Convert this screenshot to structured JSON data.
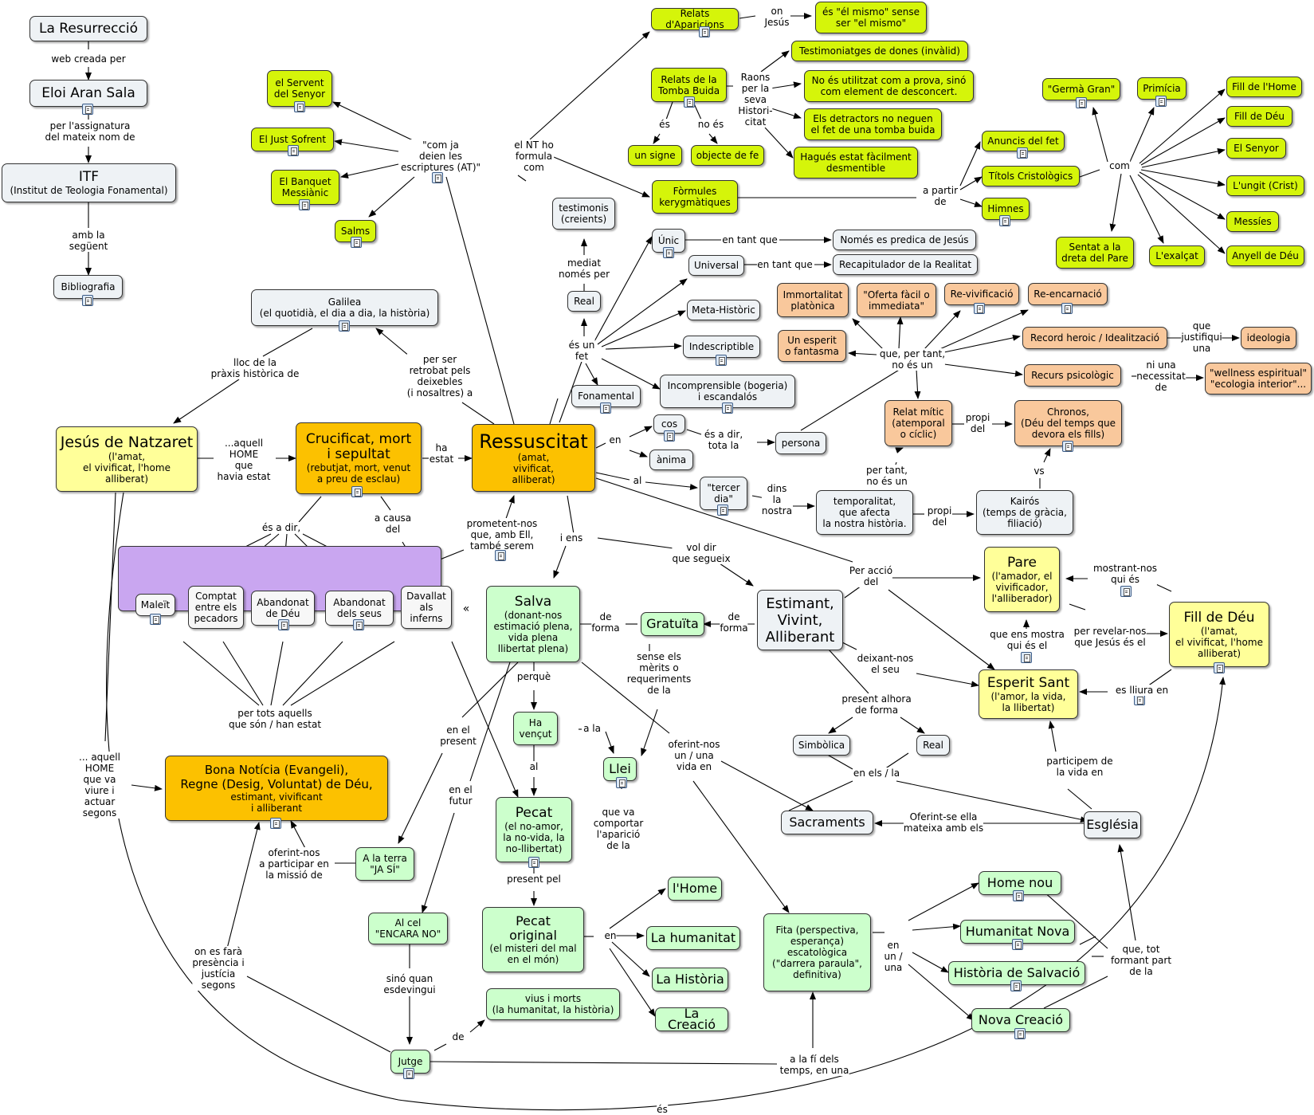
{
  "nodes": [
    {
      "id": "resurreccio",
      "text": "La Resurrecció"
    },
    {
      "id": "eloi",
      "text": "Eloi Aran Sala"
    },
    {
      "id": "itf",
      "text": "ITF",
      "sub": "(Institut de Teologia Fonamental)"
    },
    {
      "id": "bibliografia",
      "text": "Bibliografia"
    },
    {
      "id": "servent",
      "text": "el Servent\ndel Senyor"
    },
    {
      "id": "just",
      "text": "El Just Sofrent"
    },
    {
      "id": "banquet",
      "text": "El Banquet\nMessiànic"
    },
    {
      "id": "salms",
      "text": "Salms"
    },
    {
      "id": "galilea",
      "text": "Galilea\n(el quotidià, el dia a dia, la història)"
    },
    {
      "id": "jesus",
      "text": "Jesús de Natzaret",
      "sub": "(l'amat,\nel vivificat, l'home\nalliberat)"
    },
    {
      "id": "crucificat",
      "text": "Crucificat, mort\ni sepultat",
      "sub": "(rebutjat, mort, venut\na preu de esclau)"
    },
    {
      "id": "ressuscitat",
      "text": "Ressuscitat",
      "sub": "(amat,\nvivificat,\nalliberat)"
    },
    {
      "id": "relats_aparicions",
      "text": "Relats d'Aparicions"
    },
    {
      "id": "el_mismo",
      "text": "és \"él mismo\" sense\nser \"el mismo\""
    },
    {
      "id": "relats_tomba",
      "text": "Relats de la\nTomba Buida"
    },
    {
      "id": "testimoniatges",
      "text": "Testimoniatges de dones (invàlid)"
    },
    {
      "id": "no_utilitzat",
      "text": "No és utilitzat com a prova, sinó\ncom element de desconcert."
    },
    {
      "id": "detractors",
      "text": "Els detractors no neguen\nel fet de una tomba buida"
    },
    {
      "id": "hagues",
      "text": "Hagués estat fàcilment\ndesmentible"
    },
    {
      "id": "un_signe",
      "text": "un signe"
    },
    {
      "id": "objecte_fe",
      "text": "objecte de fe"
    },
    {
      "id": "formules",
      "text": "Fòrmules\nkerygmàtiques"
    },
    {
      "id": "testimonis",
      "text": "testimonis\n(creients)"
    },
    {
      "id": "anuncis",
      "text": "Anuncis del fet"
    },
    {
      "id": "titols",
      "text": "Títols Cristològics"
    },
    {
      "id": "himnes",
      "text": "Himnes"
    },
    {
      "id": "germa",
      "text": "\"Germà Gran\""
    },
    {
      "id": "primicia",
      "text": "Primícia"
    },
    {
      "id": "fill_home",
      "text": "Fill de l'Home"
    },
    {
      "id": "fill_deu_t",
      "text": "Fill de Déu"
    },
    {
      "id": "senyor",
      "text": "El Senyor"
    },
    {
      "id": "ungit",
      "text": "L'ungit (Crist)"
    },
    {
      "id": "messies",
      "text": "Messíes"
    },
    {
      "id": "anyell",
      "text": "Anyell de Déu"
    },
    {
      "id": "sentat",
      "text": "Sentat a la\ndreta del Pare"
    },
    {
      "id": "exaltat",
      "text": "L'exalçat"
    },
    {
      "id": "unic",
      "text": "Únic"
    },
    {
      "id": "universal",
      "text": "Universal"
    },
    {
      "id": "nomes_predica",
      "text": "Només es predica de Jesús"
    },
    {
      "id": "recapitulador",
      "text": "Recapitulador de la Realitat"
    },
    {
      "id": "real_top",
      "text": "Real"
    },
    {
      "id": "meta",
      "text": "Meta-Històric"
    },
    {
      "id": "indescriptible",
      "text": "Indescriptible"
    },
    {
      "id": "incomprensible",
      "text": "Incomprensible (bogeria)\ni escandalós"
    },
    {
      "id": "fonamental",
      "text": "Fonamental"
    },
    {
      "id": "immortalitat",
      "text": "Immortalitat\nplatònica"
    },
    {
      "id": "oferta",
      "text": "\"Oferta fàcil o\nimmediata\""
    },
    {
      "id": "revivificacio",
      "text": "Re-vivificació"
    },
    {
      "id": "reencarnacio",
      "text": "Re-encarnació"
    },
    {
      "id": "esperit_fantasma",
      "text": "Un esperit\no fantasma"
    },
    {
      "id": "record",
      "text": "Record heroic / Idealització"
    },
    {
      "id": "ideologia",
      "text": "ideologia"
    },
    {
      "id": "recurs",
      "text": "Recurs psicològic"
    },
    {
      "id": "wellness",
      "text": "\"wellness espiritual\"\n\"ecologia interior\"..."
    },
    {
      "id": "cos",
      "text": "cos"
    },
    {
      "id": "anima",
      "text": "ànima"
    },
    {
      "id": "persona",
      "text": "persona"
    },
    {
      "id": "relat_mitic",
      "text": "Relat mític\n(atemporal\no cíclic)"
    },
    {
      "id": "chronos",
      "text": "Chronos,\n(Déu del temps que\ndevora els fills)"
    },
    {
      "id": "tercer_dia",
      "text": "\"tercer\ndia\""
    },
    {
      "id": "temporalitat",
      "text": "temporalitat,\nque afecta\nla nostra història."
    },
    {
      "id": "kairos",
      "text": "Kairós\n(temps de gràcia,\nfiliació)"
    },
    {
      "id": "maleit",
      "text": "Maleït"
    },
    {
      "id": "comptat",
      "text": "Comptat\nentre els\npecadors"
    },
    {
      "id": "abandonat_deu",
      "text": "Abandonat\nde Déu"
    },
    {
      "id": "abandonat_seus",
      "text": "Abandonat\ndels seus"
    },
    {
      "id": "davallat",
      "text": "Davallat\nals\ninferns"
    },
    {
      "id": "salva",
      "text": "Salva",
      "sub": "(donant-nos\nestimació plena,\nvida plena\nllibertat plena)"
    },
    {
      "id": "gratuita",
      "text": "Gratuïta"
    },
    {
      "id": "estimant",
      "text": "Estimant,\nVivint,\nAlliberant"
    },
    {
      "id": "pare",
      "text": "Pare",
      "sub": "(l'amador, el\nvivificador,\nl'alliberador)"
    },
    {
      "id": "fill_deu",
      "text": "Fill de Déu",
      "sub": "(l'amat,\nel vivificat, l'home\nalliberat)"
    },
    {
      "id": "esperit_sant",
      "text": "Esperit Sant",
      "sub": "(l'amor, la vida,\nla llibertat)"
    },
    {
      "id": "simbolica",
      "text": "Simbòlica"
    },
    {
      "id": "real_bot",
      "text": "Real"
    },
    {
      "id": "sacraments",
      "text": "Sacraments"
    },
    {
      "id": "esglesia",
      "text": "Església"
    },
    {
      "id": "bona_noticia",
      "text": "Bona Notícia (Evangeli),\nRegne (Desig, Voluntat) de Déu,",
      "sub": "estimant, vivificant\ni alliberant"
    },
    {
      "id": "ha_vencut",
      "text": "Ha\nvençut"
    },
    {
      "id": "llei",
      "text": "Llei"
    },
    {
      "id": "pecat",
      "text": "Pecat",
      "sub": "(el no-amor,\nla no-vida, la\nno-llibertat)"
    },
    {
      "id": "terra",
      "text": "A la terra\n\"JA SÍ\""
    },
    {
      "id": "cel",
      "text": "Al cel\n\"ENCARA NO\""
    },
    {
      "id": "pecat_original",
      "text": "Pecat\noriginal",
      "sub": "(el misteri del mal\nen el món)"
    },
    {
      "id": "lhome",
      "text": "l'Home"
    },
    {
      "id": "humanitat",
      "text": "La humanitat"
    },
    {
      "id": "historia",
      "text": "La Història"
    },
    {
      "id": "creacio",
      "text": "La Creació"
    },
    {
      "id": "vius",
      "text": "vius i morts\n(la humanitat, la història)"
    },
    {
      "id": "jutge",
      "text": "Jutge"
    },
    {
      "id": "fita",
      "text": "Fita (perspectiva,\nesperança)\nescatològica\n(\"darrera paraula\",\ndefinitiva)"
    },
    {
      "id": "home_nou",
      "text": "Home nou"
    },
    {
      "id": "humanitat_nova",
      "text": "Humanitat Nova"
    },
    {
      "id": "historia_salvacio",
      "text": "Història de Salvació"
    },
    {
      "id": "nova_creacio",
      "text": "Nova Creació"
    }
  ],
  "labels": [
    {
      "id": "l1",
      "text": "web creada per"
    },
    {
      "id": "l2",
      "text": "per l'assignatura\ndel mateix nom de"
    },
    {
      "id": "l3",
      "text": "amb la\nsegüent"
    },
    {
      "id": "l4",
      "text": "\"com ja\ndeien les\nescriptures (AT)\""
    },
    {
      "id": "l5",
      "text": "lloc de la\npràxis històrica de"
    },
    {
      "id": "l6",
      "text": "per ser\nretrobat pels\ndeixebles\n(i nosaltres) a"
    },
    {
      "id": "l7",
      "text": "...aquell\nHOME\nque\nhavia estat"
    },
    {
      "id": "l8",
      "text": "ha\nestat"
    },
    {
      "id": "l9",
      "text": "és a dir,"
    },
    {
      "id": "l10",
      "text": "a causa\ndel"
    },
    {
      "id": "l11",
      "text": "prometent-nos\nque, amb Ell,\ntambé serem"
    },
    {
      "id": "l12",
      "text": "per tots aquells\nque són / han estat"
    },
    {
      "id": "l13",
      "text": "... aquell\nHOME\nque va\nviure i\nactuar\nsegons"
    },
    {
      "id": "l14",
      "text": "on\nJesús"
    },
    {
      "id": "l15",
      "text": "Raons\nper la\nseva\nHistori-\ncitat"
    },
    {
      "id": "l16",
      "text": "és"
    },
    {
      "id": "l17",
      "text": "no és"
    },
    {
      "id": "l18",
      "text": "el NT ho\nformula\ncom"
    },
    {
      "id": "l19",
      "text": "a partir\nde"
    },
    {
      "id": "l20",
      "text": "com"
    },
    {
      "id": "l21",
      "text": "mediat\nnomés per"
    },
    {
      "id": "l22",
      "text": "és un\nfet"
    },
    {
      "id": "l23",
      "text": "en tant que"
    },
    {
      "id": "l24",
      "text": "en tant que"
    },
    {
      "id": "l25",
      "text": "que, per tant,\nno és un"
    },
    {
      "id": "l26",
      "text": "que\njustifiqui\nuna"
    },
    {
      "id": "l27",
      "text": "ni una\nnecessitat\nde"
    },
    {
      "id": "l28",
      "text": "en"
    },
    {
      "id": "l29",
      "text": "és a dir,\ntota la"
    },
    {
      "id": "l30",
      "text": "propi\ndel"
    },
    {
      "id": "l31",
      "text": "per tant,\nno és un"
    },
    {
      "id": "l32",
      "text": "vs"
    },
    {
      "id": "l33",
      "text": "al"
    },
    {
      "id": "l34",
      "text": "dins\nla\nnostra"
    },
    {
      "id": "l35",
      "text": "propi\ndel"
    },
    {
      "id": "l36",
      "text": "i ens"
    },
    {
      "id": "l37",
      "text": "vol dir\nque segueix"
    },
    {
      "id": "l38",
      "text": "Per acció\ndel"
    },
    {
      "id": "l39",
      "text": "mostrant-nos\nqui és"
    },
    {
      "id": "l40",
      "text": "que ens mostra\nqui és el"
    },
    {
      "id": "l41",
      "text": "per revelar-nos\nque Jesús és el"
    },
    {
      "id": "l42",
      "text": "es lliura en"
    },
    {
      "id": "l43",
      "text": "de\nforma"
    },
    {
      "id": "l44",
      "text": "de\nforma"
    },
    {
      "id": "l45",
      "text": "deixant-nos\nel seu"
    },
    {
      "id": "l46",
      "text": "present alhora\nde forma"
    },
    {
      "id": "l47",
      "text": "en els / la"
    },
    {
      "id": "l48",
      "text": "participem de\nla vida en"
    },
    {
      "id": "l49",
      "text": "Oferint-se ella\nmateixa amb els"
    },
    {
      "id": "l50",
      "text": "sense els\nmèrits o\nrequeriments\nde la"
    },
    {
      "id": "l51",
      "text": "perquè"
    },
    {
      "id": "l52",
      "text": "a la"
    },
    {
      "id": "l53",
      "text": "al"
    },
    {
      "id": "l54",
      "text": "que va\ncomportar\nl'aparició\nde la"
    },
    {
      "id": "l55",
      "text": "present pel"
    },
    {
      "id": "l56",
      "text": "en el\npresent"
    },
    {
      "id": "l57",
      "text": "en el\nfutur"
    },
    {
      "id": "l58",
      "text": "oferint-nos\nun / una\nvida en"
    },
    {
      "id": "l59",
      "text": "oferint-nos\na participar en\nla missió de"
    },
    {
      "id": "l60",
      "text": "on es farà\npresència i\njustícia\nsegons"
    },
    {
      "id": "l61",
      "text": "sinó quan\nesdevingui"
    },
    {
      "id": "l62",
      "text": "de"
    },
    {
      "id": "l63",
      "text": "en"
    },
    {
      "id": "l64",
      "text": "en\nun /\nuna"
    },
    {
      "id": "l65",
      "text": "que, tot\nformant part\nde la"
    },
    {
      "id": "l66",
      "text": "a la fí dels\ntemps, en una"
    },
    {
      "id": "l67",
      "text": "és"
    }
  ],
  "colors": {
    "grey": "#eef2f5",
    "yellow_green": "#d5f50a",
    "orange": "#fcc100",
    "pale_yellow": "#ffff99",
    "mint": "#ccffcc",
    "salmon": "#f9c89c",
    "purple": "#c9a6f0"
  },
  "icons": [
    "resource-document-icon",
    "expand-arrows-icon"
  ]
}
